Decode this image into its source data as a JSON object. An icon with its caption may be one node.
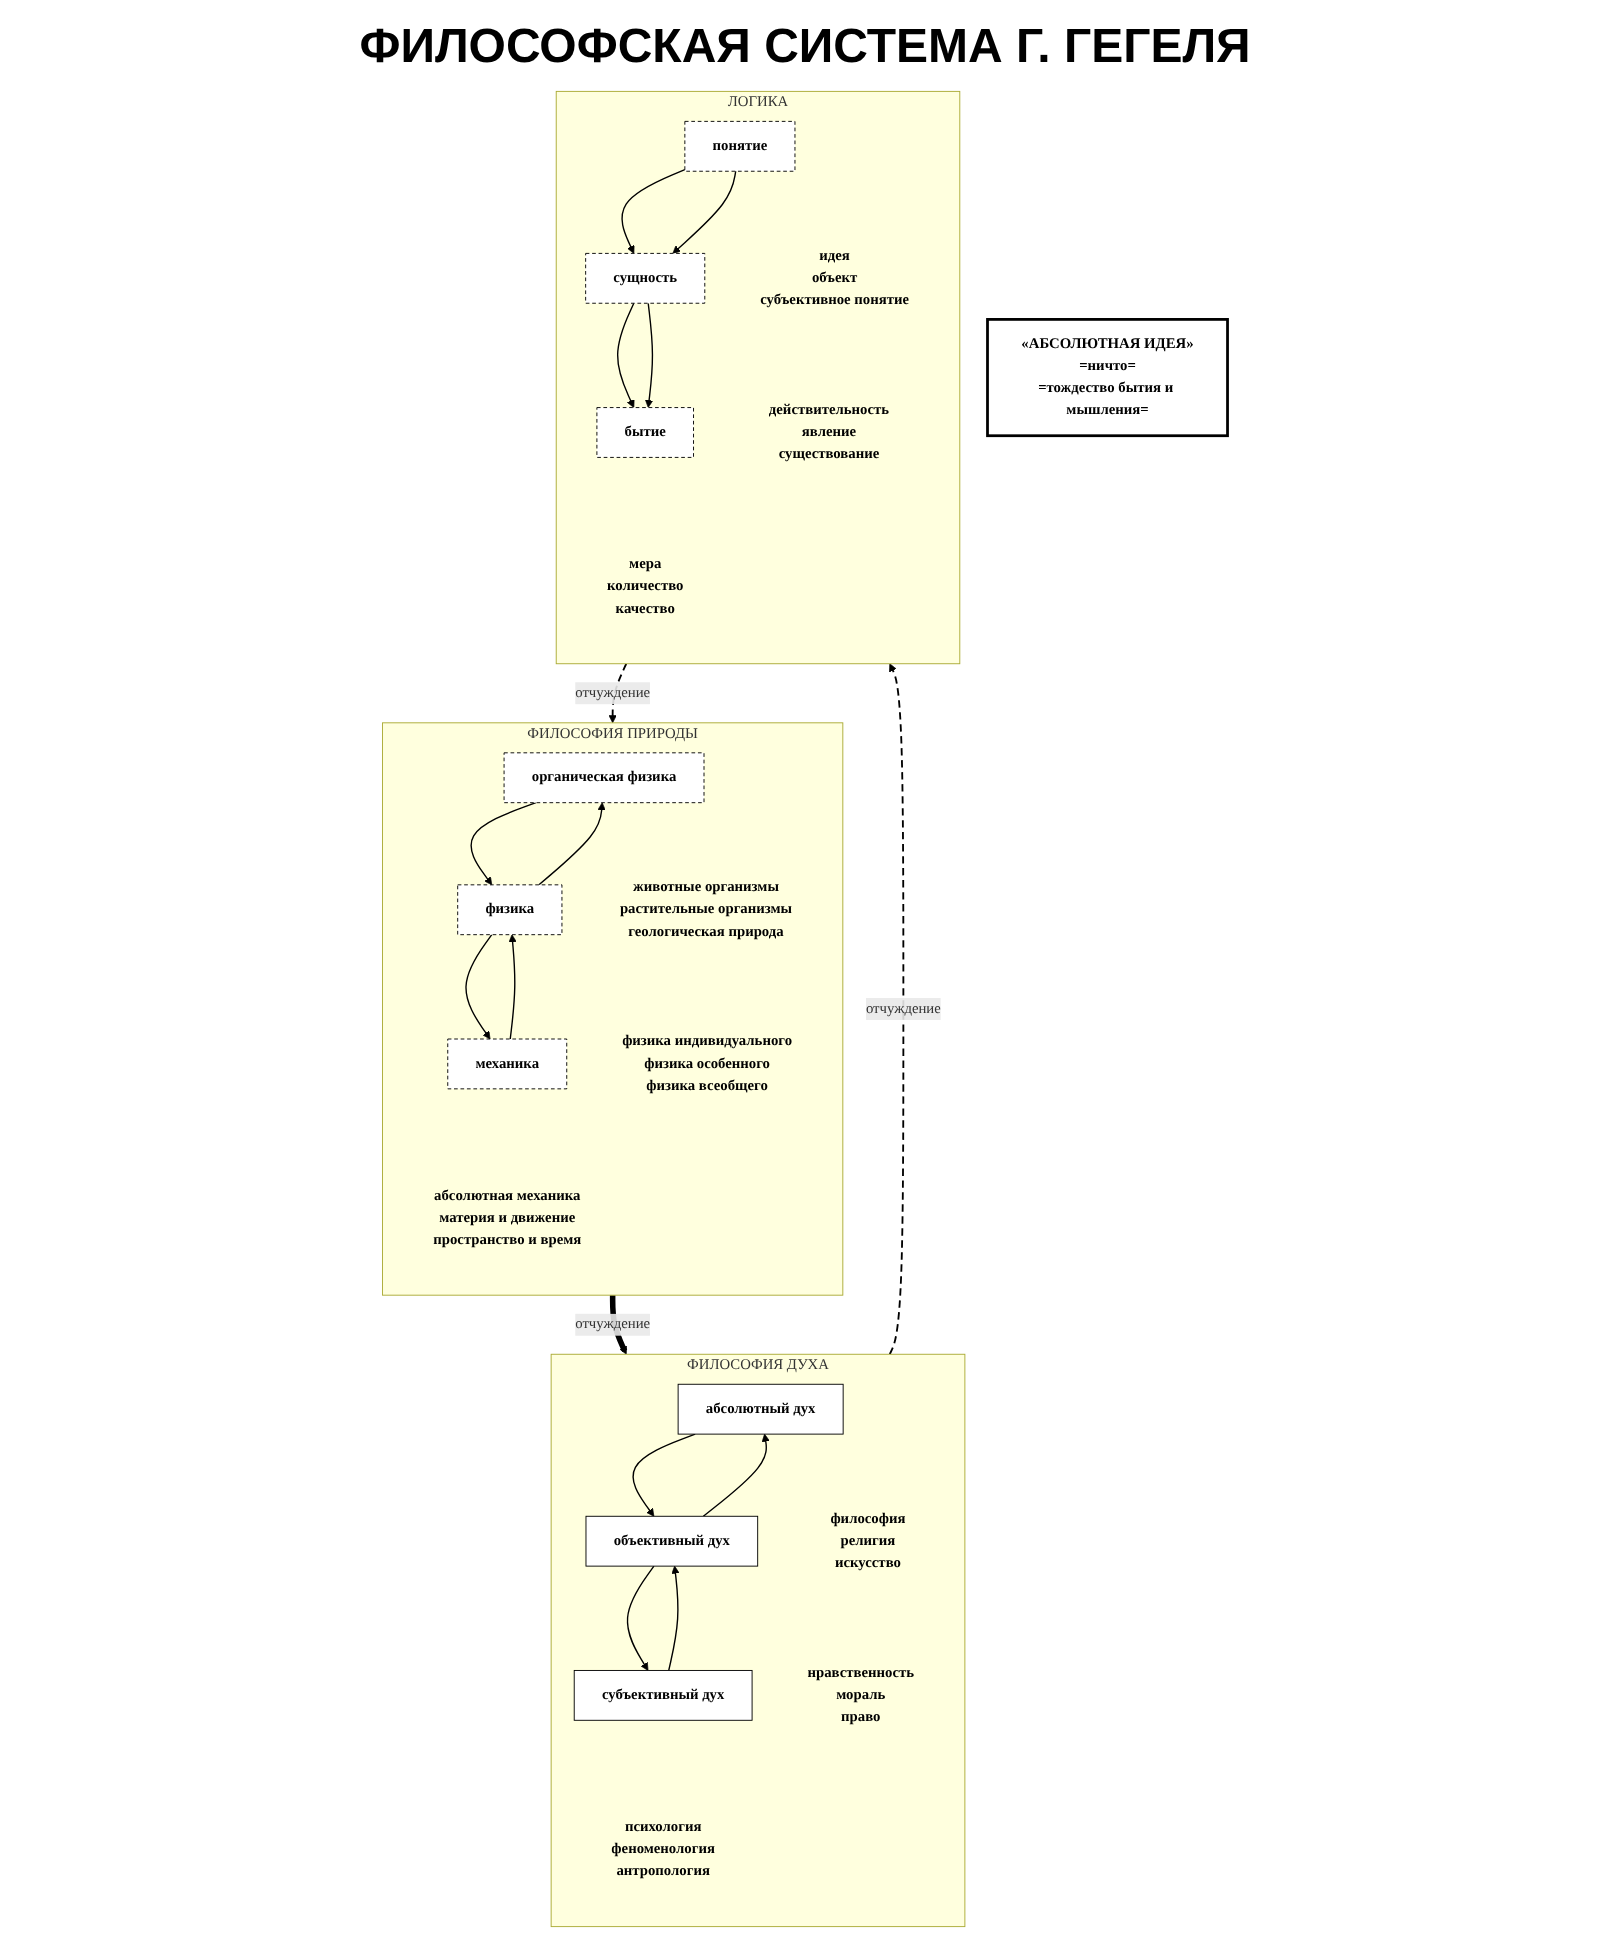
{
  "diagram": {
    "title": "ФИЛОСОФСКАЯ СИСТЕМА Г. ГЕГЕЛЯ",
    "nodes": [
      {
        "text": [
          "ФИЛОСОФИЯ ДУХА"
        ]
      },
      {
        "text": [
          "абсолютный дух"
        ],
        "in": 0,
        "beside": [
          "философия",
          "религия",
          "искусство"
        ]
      },
      {
        "text": [
          "объективный дух"
        ],
        "in": 0,
        "beside": [
          "нравственность",
          "мораль",
          "право"
        ]
      },
      {
        "text": [
          "субъективный дух"
        ],
        "in": 0,
        "beside": [
          "психология",
          "феноменология",
          "антропология"
        ]
      },
      {
        "text": [
          "ФИЛОСОФИЯ ПРИРОДЫ"
        ]
      },
      {
        "text": [
          "органическая физика"
        ],
        "in": 4,
        "beside": [
          "животные организмы",
          "растительные организмы",
          "геологическая природа"
        ]
      },
      {
        "text": [
          "физика"
        ],
        "in": 4,
        "beside": [
          "физика индивидуального",
          "физика особенного",
          "физика всеобщего"
        ]
      },
      {
        "text": [
          "механика"
        ],
        "in": 4,
        "beside": [
          "абсолютная механика",
          "материя и движение",
          "пространство и время"
        ]
      },
      {
        "text": [
          "ЛОГИКА"
        ]
      },
      {
        "text": [
          "понятие"
        ],
        "in": 8,
        "beside": [
          "идея",
          "объект",
          "субъективное понятие"
        ]
      },
      {
        "text": [
          "сущность"
        ],
        "in": 8,
        "beside": [
          "действительность",
          "явление",
          "существование"
        ]
      },
      {
        "text": [
          "бытие"
        ],
        "in": 8,
        "beside": [
          "мера",
          "количество",
          "качество"
        ]
      },
      {
        "text": [
          "«АБСОЛЮТНАЯ ИДЕЯ»",
          "=ничто=",
          "=тождество бытия и мышления="
        ]
      }
    ],
    "edges": [
      {
        "from": 2,
        "to": 1,
        "arrow": "to"
      },
      {
        "from": 1,
        "to": 2,
        "arrow": "to"
      },
      {
        "from": 3,
        "to": 2,
        "arrow": "to"
      },
      {
        "from": 2,
        "to": 3,
        "arrow": "to"
      },
      {
        "from": 6,
        "to": 5,
        "arrow": "to"
      },
      {
        "from": 5,
        "to": 6,
        "arrow": "to"
      },
      {
        "from": 7,
        "to": 6,
        "arrow": "to"
      },
      {
        "from": 6,
        "to": 7,
        "arrow": "to"
      },
      {
        "from": 9,
        "to": 10,
        "arrow": "to"
      },
      {
        "from": 9,
        "to": 10,
        "arrow": "to"
      },
      {
        "from": 10,
        "to": 11,
        "arrow": "to"
      },
      {
        "from": 10,
        "to": 11,
        "arrow": "to"
      },
      {
        "from": 8,
        "to": 4,
        "arrow": "to",
        "label": "отчуждение",
        "style": "dashed"
      },
      {
        "from": 4,
        "to": 0,
        "arrow": "to",
        "label": "отчуждение",
        "style": "thick"
      },
      {
        "from": 0,
        "to": 8,
        "arrow": "to",
        "label": "отчуждение",
        "style": "dashed"
      }
    ]
  }
}
